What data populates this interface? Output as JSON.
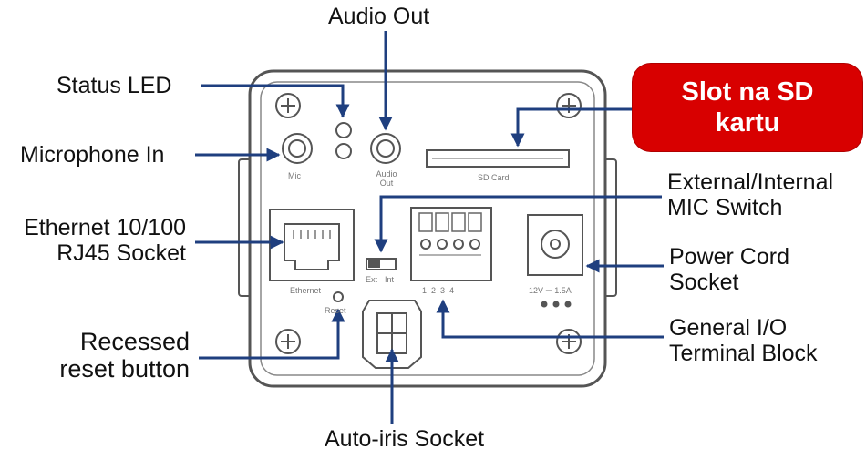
{
  "labels": {
    "audio_out": "Audio Out",
    "status_led": "Status LED",
    "microphone_in": "Microphone In",
    "ethernet_line1": "Ethernet 10/100",
    "ethernet_line2": "RJ45 Socket",
    "reset_line1": "Recessed",
    "reset_line2": "reset button",
    "auto_iris": "Auto-iris Socket",
    "mic_switch_line1": "External/Internal",
    "mic_switch_line2": "MIC Switch",
    "power_line1": "Power Cord",
    "power_line2": "Socket",
    "io_line1": "General I/O",
    "io_line2": "Terminal Block"
  },
  "callout": {
    "line1": "Slot na SD",
    "line2": "kartu"
  },
  "panel_text": {
    "mic": "Mic",
    "audio_out_line1": "Audio",
    "audio_out_line2": "Out",
    "sd_card": "SD Card",
    "ethernet": "Ethernet",
    "reset": "Reset",
    "switch_ext": "Ext",
    "switch_int": "Int",
    "terminal_numbers": "1  2  3  4",
    "power_rating": "12V ⎓ 1.5A"
  },
  "colors": {
    "arrow": "#1f3f7f",
    "callout": "#d80000",
    "panel_stroke": "#555555"
  }
}
